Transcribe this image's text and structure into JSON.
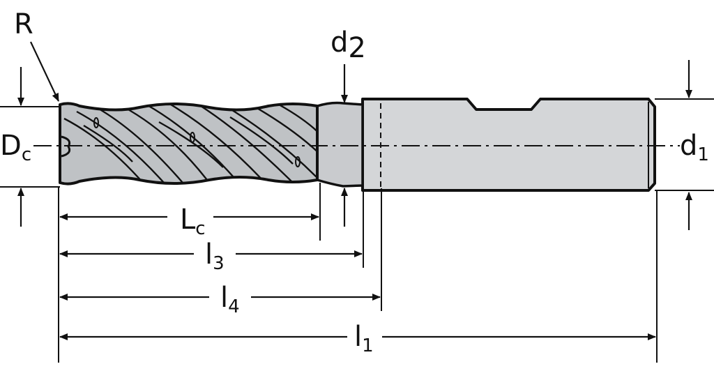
{
  "colors": {
    "ink": "#111111",
    "shank_fill": "#d4d6d8",
    "flute_fill": "#bfc2c5",
    "background": "#ffffff"
  },
  "labels": {
    "corner_radius": {
      "main": "R",
      "sub": ""
    },
    "cutting_diameter": {
      "main": "D",
      "sub": "c"
    },
    "neck_diameter": {
      "main": "d",
      "sub": "2"
    },
    "shank_diameter": {
      "main": "d",
      "sub": "1"
    },
    "cutting_length": {
      "main": "L",
      "sub": "c"
    },
    "reach_length": {
      "main": "l",
      "sub": "3"
    },
    "usable_length": {
      "main": "l",
      "sub": "4"
    },
    "overall_length": {
      "main": "l",
      "sub": "1"
    }
  }
}
